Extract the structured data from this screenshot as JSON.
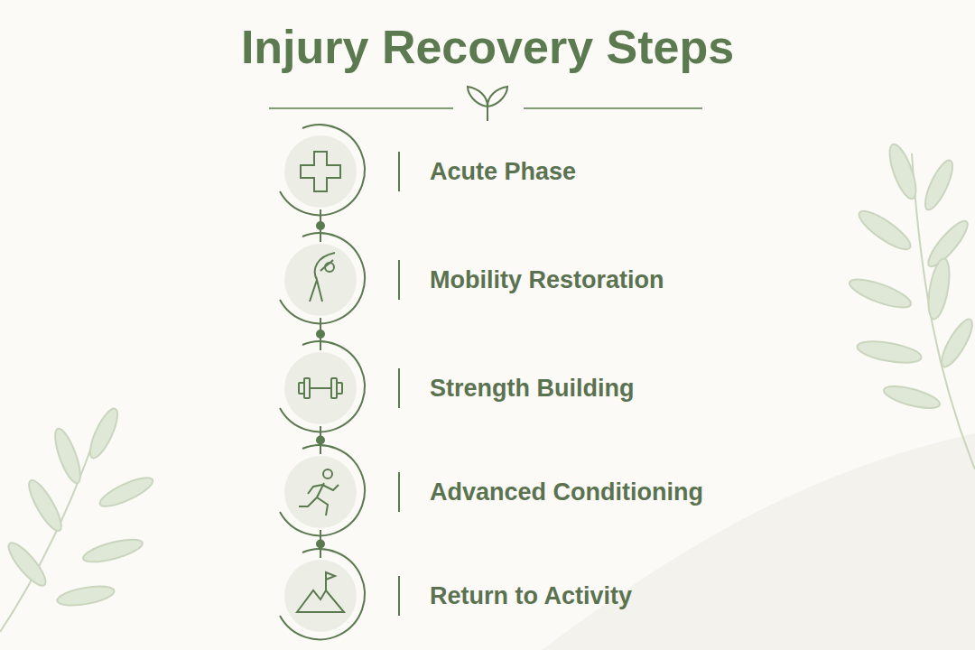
{
  "diagram": {
    "title": "Injury Recovery Steps",
    "nodes": [
      {
        "text": [
          "Acute Phase"
        ]
      },
      {
        "text": [
          "Mobility Restoration"
        ]
      },
      {
        "text": [
          "Strength Building"
        ]
      },
      {
        "text": [
          "Advanced Conditioning"
        ]
      },
      {
        "text": [
          "Return to Activity"
        ]
      }
    ],
    "edges": [
      {
        "from": 0,
        "to": 1,
        "arrow": "none"
      },
      {
        "from": 1,
        "to": 2,
        "arrow": "none"
      },
      {
        "from": 2,
        "to": 3,
        "arrow": "none"
      },
      {
        "from": 3,
        "to": 4,
        "arrow": "none"
      }
    ]
  }
}
